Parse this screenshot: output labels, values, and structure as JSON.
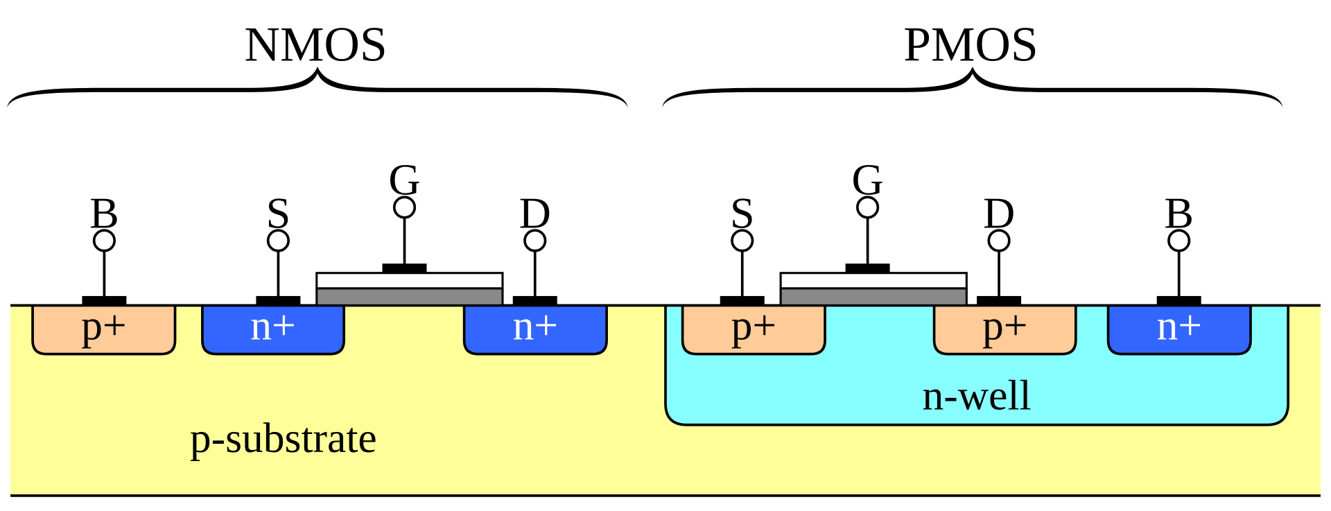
{
  "title": "CMOS cross-section: NMOS and PMOS transistors",
  "colors": {
    "p_substrate": "#ffff99",
    "n_well": "#88ffff",
    "p_plus": "#ffcc99",
    "n_plus": "#3366ff",
    "gate_oxide": "#888888",
    "gate_poly": "#ffffff",
    "metal_contact": "#000000",
    "outline": "#000000"
  },
  "devices": [
    {
      "id": "nmos",
      "label": "NMOS",
      "terminals": [
        {
          "id": "B",
          "label": "B",
          "region": "p+"
        },
        {
          "id": "S",
          "label": "S",
          "region": "n+"
        },
        {
          "id": "G",
          "label": "G",
          "region": "gate"
        },
        {
          "id": "D",
          "label": "D",
          "region": "n+"
        }
      ],
      "diffusions": [
        {
          "label": "p+",
          "type": "p_plus"
        },
        {
          "label": "n+",
          "type": "n_plus"
        },
        {
          "label": "n+",
          "type": "n_plus"
        }
      ]
    },
    {
      "id": "pmos",
      "label": "PMOS",
      "terminals": [
        {
          "id": "S",
          "label": "S",
          "region": "p+"
        },
        {
          "id": "G",
          "label": "G",
          "region": "gate"
        },
        {
          "id": "D",
          "label": "D",
          "region": "p+"
        },
        {
          "id": "B",
          "label": "B",
          "region": "n+"
        }
      ],
      "diffusions": [
        {
          "label": "p+",
          "type": "p_plus"
        },
        {
          "label": "p+",
          "type": "p_plus"
        },
        {
          "label": "n+",
          "type": "n_plus"
        }
      ]
    }
  ],
  "regions": {
    "substrate_label": "p-substrate",
    "well_label": "n-well"
  }
}
